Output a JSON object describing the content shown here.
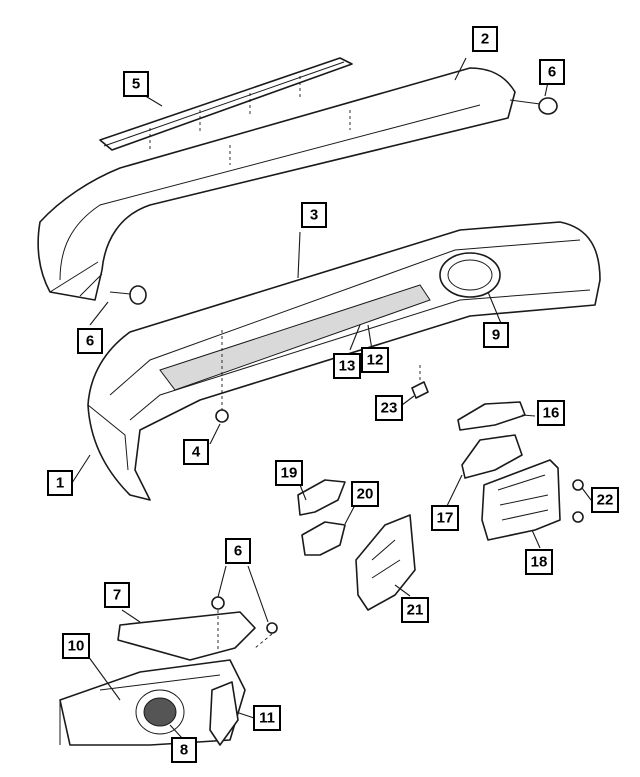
{
  "callouts": {
    "c1": "1",
    "c2": "2",
    "c3": "3",
    "c4": "4",
    "c5": "5",
    "c6a": "6",
    "c6b": "6",
    "c6c": "6",
    "c7": "7",
    "c8": "8",
    "c9": "9",
    "c10": "10",
    "c11": "11",
    "c12": "12",
    "c13": "13",
    "c16": "16",
    "c17": "17",
    "c18": "18",
    "c19": "19",
    "c20": "20",
    "c21": "21",
    "c22": "22",
    "c23": "23"
  }
}
